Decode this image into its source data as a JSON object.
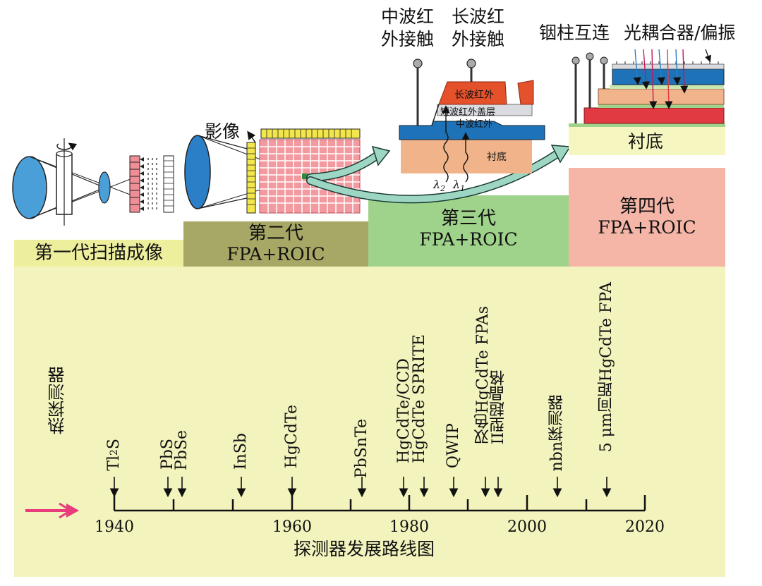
{
  "generations": {
    "gen1": "第一代扫描成像",
    "gen2": {
      "name": "第二代",
      "sub": "FPA+ROIC"
    },
    "gen3": {
      "name": "第三代",
      "sub": "FPA+ROIC"
    },
    "gen4": {
      "name": "第四代",
      "sub": "FPA+ROIC"
    }
  },
  "gen2_detail": {
    "image_label": "影像"
  },
  "gen3_detail": {
    "mwir_contact": [
      "中波红",
      "外接触"
    ],
    "lwir_contact": [
      "长波红",
      "外接触"
    ],
    "lwir_layer": "长波红外",
    "swir_cap_layer": "短波红外盖层",
    "mwir_layer": "中波红外",
    "substrate": "衬底",
    "lambda2": "λ",
    "lambda2_sub": "2",
    "lambda1": "λ",
    "lambda1_sub": "1"
  },
  "gen4_detail": {
    "indium_bump": "铟柱互连",
    "coupler": "光耦合器/偏振",
    "substrate": "衬底"
  },
  "timeline": {
    "title": "探测器发展路线图",
    "thermal_label": "热探测器",
    "years": [
      "1940",
      "1960",
      "1980",
      "2000",
      "2020"
    ],
    "events": [
      {
        "label": "Tl",
        "sub": "2",
        "label_after": "S",
        "year": 1940
      },
      {
        "label": "PbS",
        "year": 1946
      },
      {
        "label": "PbSe",
        "year": 1948
      },
      {
        "label": "InSb",
        "year": 1954
      },
      {
        "label": "HgCdTe",
        "year": 1960
      },
      {
        "label": "PbSnTe",
        "year": 1972
      },
      {
        "lines": [
          "HgCdTe/CCD",
          "HgCdTe SPRITE"
        ],
        "year": 1980
      },
      {
        "label": "QWIP",
        "year": 1987
      },
      {
        "lines": [
          "双色HgCdTe FPAs",
          "II型超晶格"
        ],
        "year": 1994
      },
      {
        "label": "nbn探测器",
        "year": 2005
      },
      {
        "label": "5 μm间距HgCdTe FPA",
        "year": 2013
      }
    ]
  },
  "colors": {
    "timeline_bg": "#f2f3bd",
    "gen1_band": "#eeef9d",
    "gen2_band": "#a8a866",
    "gen3_band": "#9fd28a",
    "gen4_band": "#f5b6a8",
    "fpa_red": "#f29aa0",
    "arrow_teal": "#9ed6c4",
    "mwir_blue": "#1e73b8",
    "lwir_red": "#e4512b",
    "substrate_orange": "#f1b48a",
    "red_layer": "#e23a43",
    "pink_arrow": "#e83d7a"
  }
}
